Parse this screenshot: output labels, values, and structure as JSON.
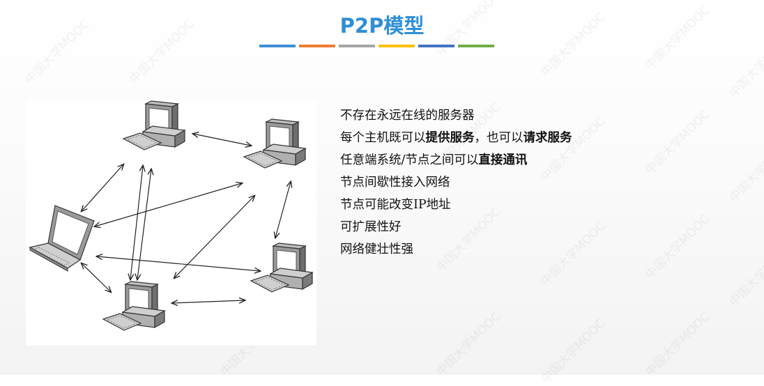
{
  "title": "P2P模型",
  "title_bar_colors": [
    "#3d8ed6",
    "#ee7d31",
    "#a5a5a5",
    "#fcc000",
    "#4472c4",
    "#70ad47"
  ],
  "diagram": {
    "nodes": [
      {
        "id": "pc-top",
        "type": "desktop-computer"
      },
      {
        "id": "pc-right-top",
        "type": "desktop-computer"
      },
      {
        "id": "laptop-left",
        "type": "laptop"
      },
      {
        "id": "pc-right-bottom",
        "type": "desktop-computer"
      },
      {
        "id": "pc-bottom",
        "type": "desktop-computer"
      }
    ],
    "links": [
      [
        "pc-top",
        "pc-right-top"
      ],
      [
        "pc-top",
        "laptop-left"
      ],
      [
        "pc-top",
        "pc-bottom"
      ],
      [
        "pc-bottom",
        "pc-right-top"
      ],
      [
        "laptop-left",
        "pc-right-top"
      ],
      [
        "laptop-left",
        "pc-right-bottom"
      ],
      [
        "laptop-left",
        "pc-bottom"
      ],
      [
        "pc-right-top",
        "pc-right-bottom"
      ],
      [
        "pc-bottom",
        "pc-right-bottom"
      ],
      [
        "pc-top",
        "pc-bottom"
      ]
    ]
  },
  "bullets": [
    {
      "before": "不存在永远在线的服务器",
      "bold": "",
      "mid": "",
      "bold2": ""
    },
    {
      "before": "每个主机既可以",
      "bold": "提供服务",
      "mid": "，也可以",
      "bold2": "请求服务"
    },
    {
      "before": "任意端系统/节点之间可以",
      "bold": "直接通讯",
      "mid": "",
      "bold2": ""
    },
    {
      "before": "节点间歇性接入网络",
      "bold": "",
      "mid": "",
      "bold2": ""
    },
    {
      "before": "节点可能改变IP地址",
      "bold": "",
      "mid": "",
      "bold2": ""
    },
    {
      "before": "可扩展性好",
      "bold": "",
      "mid": "",
      "bold2": ""
    },
    {
      "before": "网络健壮性强",
      "bold": "",
      "mid": "",
      "bold2": ""
    }
  ],
  "watermark": {
    "text": "中国大学MOOC"
  }
}
